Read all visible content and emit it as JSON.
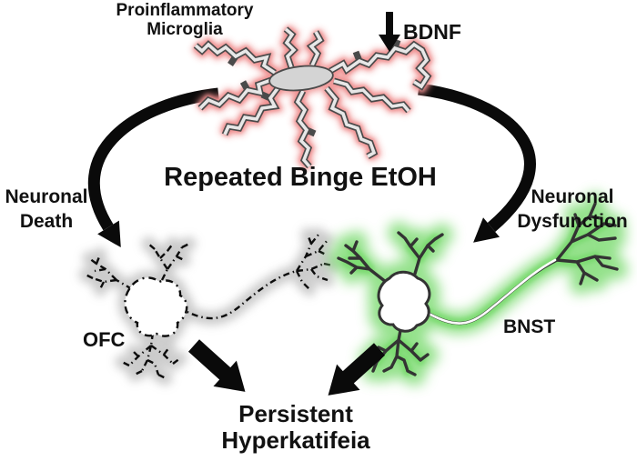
{
  "figure": {
    "top_label": {
      "line1": "Proinflammatory",
      "line2": "Microglia"
    },
    "bdnf_label": "BDNF",
    "center_label": "Repeated Binge EtOH",
    "left_label": {
      "line1": "Neuronal",
      "line2": "Death"
    },
    "right_label": {
      "line1": "Neuronal",
      "line2": "Dysfunction"
    },
    "ofc_label": "OFC",
    "bnst_label": "BNST",
    "bottom_label": {
      "line1": "Persistent",
      "line2": "Hyperkatifeia"
    }
  },
  "icons": {
    "bdnf_arrow_icon": "↓",
    "left_curved_arrow_icon": "curved-arrow-to-lower-left",
    "right_curved_arrow_icon": "curved-arrow-to-lower-right",
    "bottom_left_arrow_icon": "arrow-down-right",
    "bottom_right_arrow_icon": "arrow-down-left"
  },
  "colors": {
    "background": "#ffffff",
    "text": "#111111",
    "arrow_black": "#0a0a0a",
    "microglia_glow": "#ef8f8f",
    "microglia_fill": "#d4d4d4",
    "microglia_outline": "#4a4a4a",
    "bnst_glow": "#79da6e",
    "neuron_stroke": "#333333",
    "ofc_glow": "#a9a9a9",
    "ofc_stroke": "#0d0d0d"
  }
}
